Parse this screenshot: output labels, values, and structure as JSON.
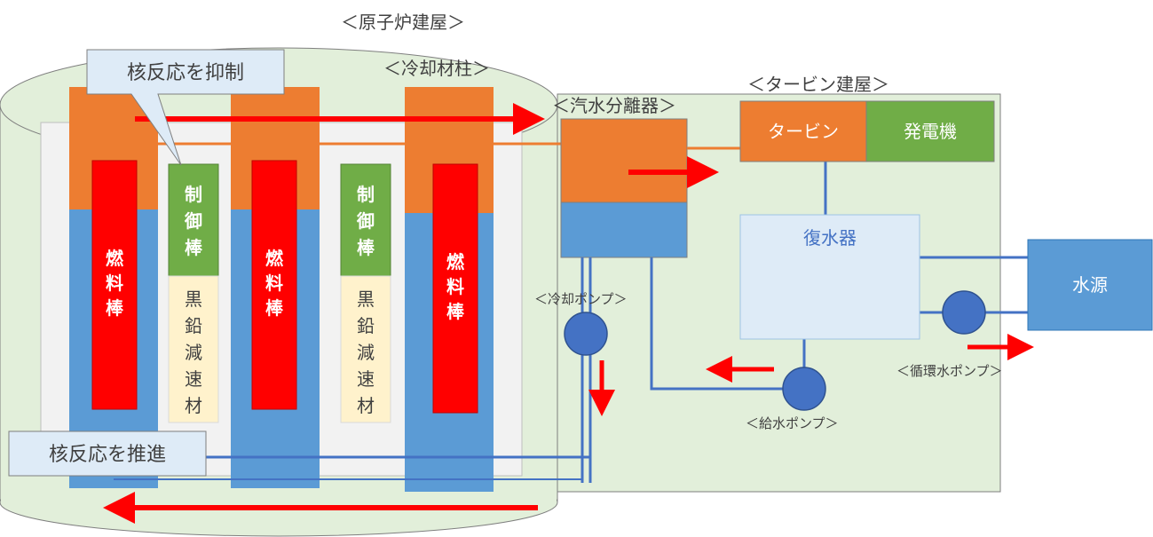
{
  "labels": {
    "reactor_building": "＜原子炉建屋＞",
    "turbine_building": "＜タービン建屋＞",
    "coolant_column": "＜冷却材柱＞",
    "steam_separator": "＜汽水分離器＞",
    "coolant_pump": "＜冷却ポンプ＞",
    "feed_pump": "＜給水ポンプ＞",
    "circ_pump": "＜循環水ポンプ＞"
  },
  "callouts": {
    "suppress": "核反応を抑制",
    "promote": "核反応を推進"
  },
  "rods": {
    "fuel": [
      "燃",
      "料",
      "棒"
    ],
    "control": [
      "制",
      "御",
      "棒"
    ],
    "graphite": [
      "黒",
      "鉛",
      "減",
      "速",
      "材"
    ]
  },
  "boxes": {
    "turbine": "タービン",
    "generator": "発電機",
    "condenser": "復水器",
    "water_source": "水源"
  },
  "colors": {
    "steam": "#ED7D31",
    "water": "#5B9BD5",
    "fuel": "#FF0000",
    "control": "#70AD47",
    "graphite": "#FFF2CC",
    "building": "#E2EFDA",
    "pipe": "#4472C4",
    "arrow": "#FF0000"
  }
}
